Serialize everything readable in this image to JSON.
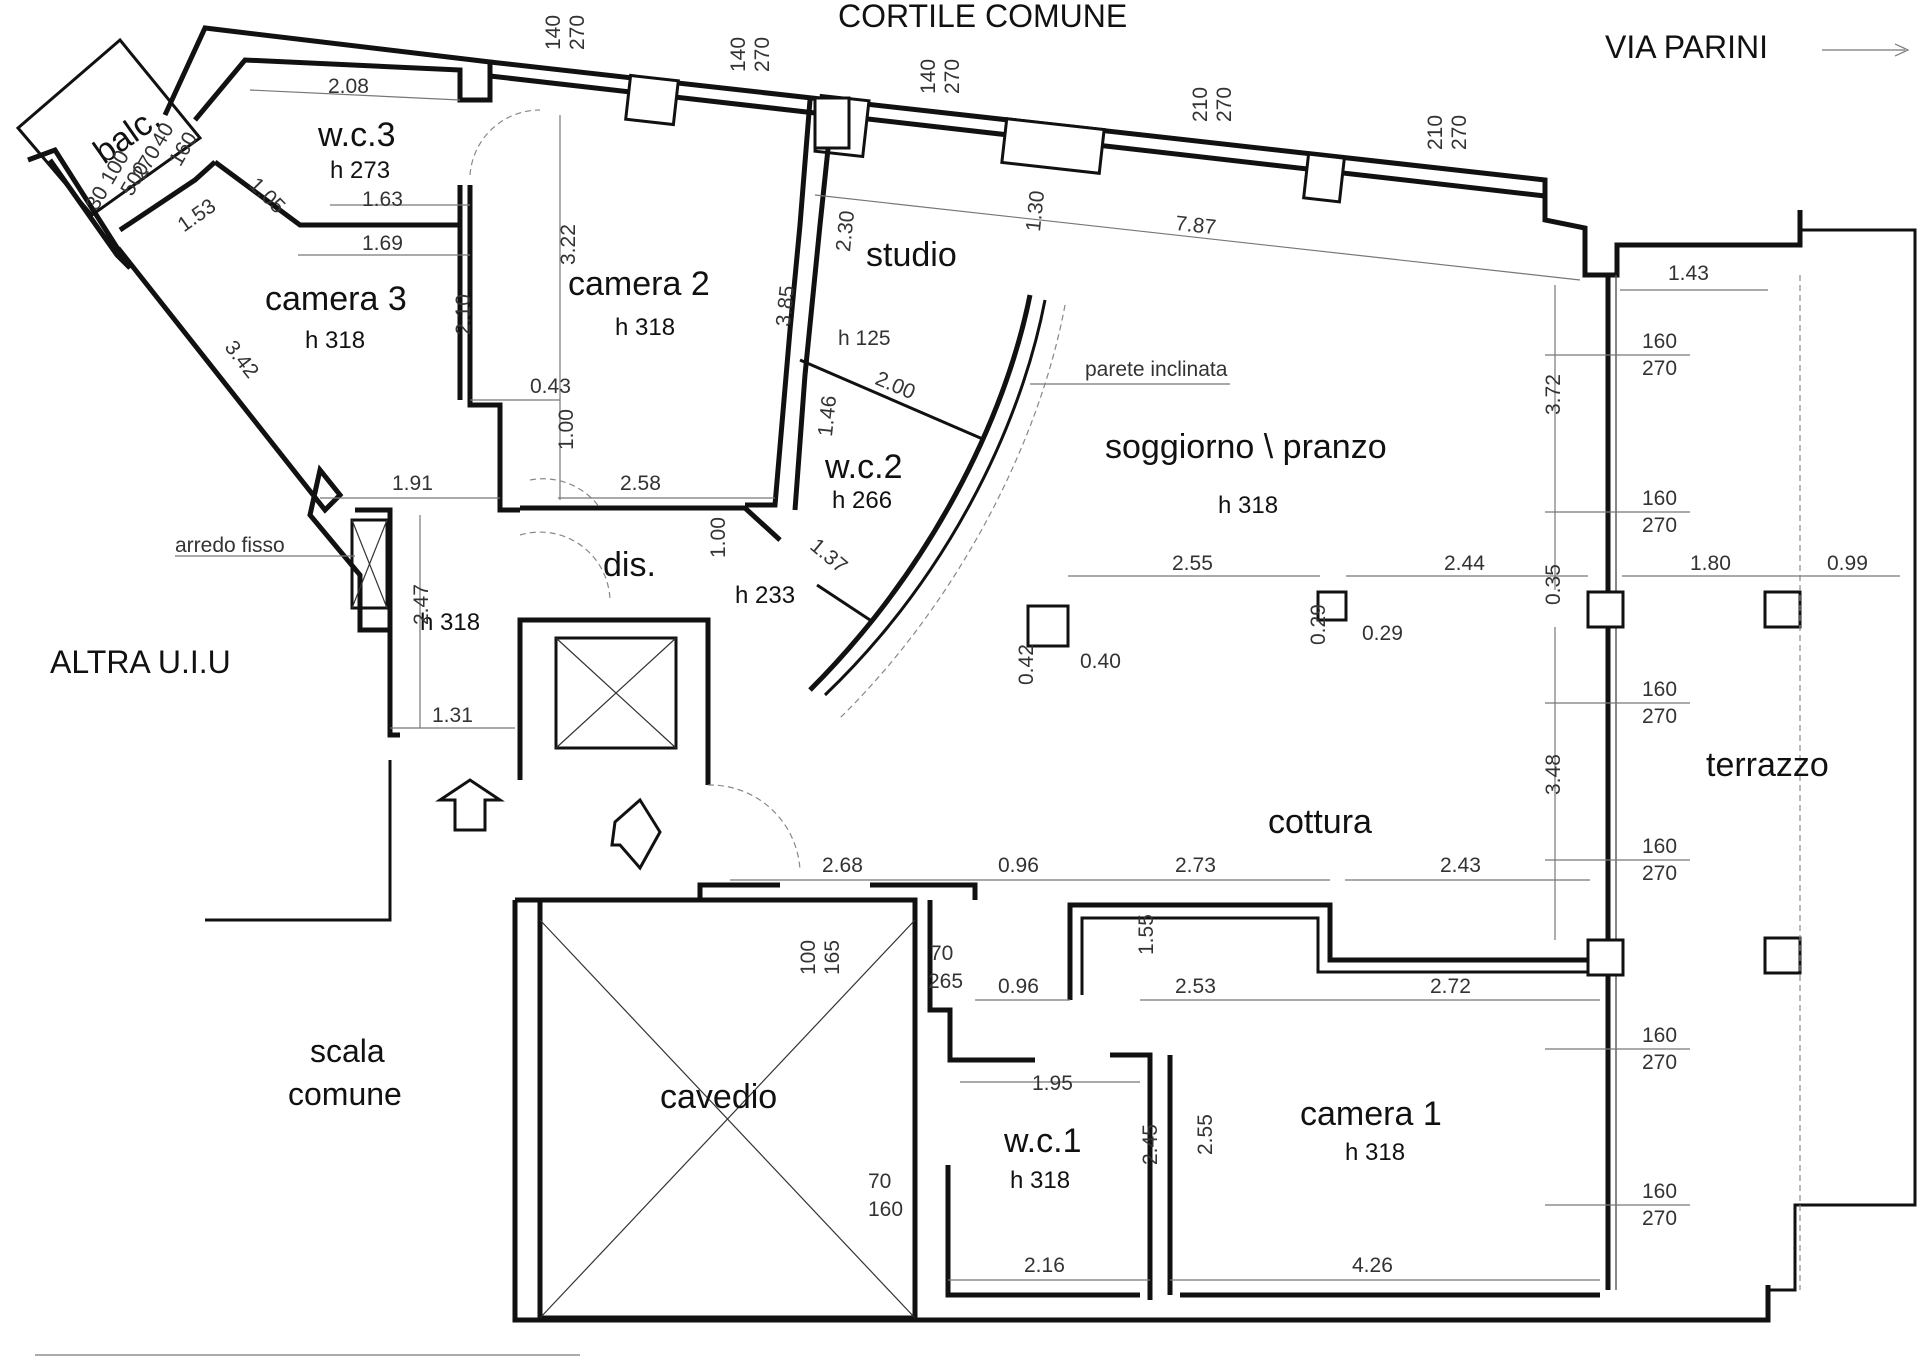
{
  "streets": {
    "courtyard": "CORTILE COMUNE",
    "street": "VIA PARINI",
    "other_unit": "ALTRA U.I.U"
  },
  "rooms": {
    "wc3": {
      "name": "w.c.3",
      "h": "h 273"
    },
    "balcony": {
      "name": "balc."
    },
    "camera3": {
      "name": "camera 3",
      "h": "h 318"
    },
    "camera2": {
      "name": "camera 2",
      "h": "h 318"
    },
    "studio": {
      "name": "studio"
    },
    "wc2": {
      "name": "w.c.2",
      "h": "h 266"
    },
    "soggiorno": {
      "name": "soggiorno \\ pranzo",
      "h": "h 318"
    },
    "dis": {
      "name": "dis.",
      "h": "h 233"
    },
    "ingresso": {
      "h": "h 318"
    },
    "cottura": {
      "name": "cottura"
    },
    "terrazzo": {
      "name": "terrazzo"
    },
    "cavedio": {
      "name": "cavedio"
    },
    "wc1": {
      "name": "w.c.1",
      "h": "h 318"
    },
    "camera1": {
      "name": "camera 1",
      "h": "h 318"
    },
    "scala": {
      "line1": "scala",
      "line2": "comune"
    }
  },
  "notes": {
    "arredo": "arredo fisso",
    "parete": "parete inclinata",
    "h125": "h 125"
  },
  "window_marks": {
    "w_140_270": {
      "a": "140",
      "b": "270"
    },
    "w_210_270": {
      "a": "210",
      "b": "270"
    },
    "w_160_270": {
      "a": "160",
      "b": "270"
    },
    "w_100_165": {
      "a": "100",
      "b": "165"
    },
    "w_70_265": {
      "a": "70",
      "b": "265"
    },
    "w_70_160": {
      "a": "70",
      "b": "160"
    },
    "balc_marks": {
      "m160": "160",
      "m40": "40",
      "m270": "270",
      "m100": "100",
      "m30": "30",
      "m500": "500"
    }
  },
  "dimensions": {
    "d208": "2.08",
    "d163": "1.63",
    "d169": "1.69",
    "d153": "1.53",
    "d105": "1.05",
    "d342": "3.42",
    "d210": "2.10",
    "d322": "3.22",
    "d385": "3.85",
    "d230": "2.30",
    "d130": "1.30",
    "d787": "7.87",
    "d143": "1.43",
    "d043": "0.43",
    "d100": "1.00",
    "d191": "1.91",
    "d258": "2.58",
    "d200": "2.00",
    "d146": "1.46",
    "d137": "1.37",
    "d372": "3.72",
    "d255": "2.55",
    "d244": "2.44",
    "d180": "1.80",
    "d099": "0.99",
    "d035": "0.35",
    "d029": "0.29",
    "d042": "0.42",
    "d040": "0.40",
    "d247": "2.47",
    "d131": "1.31",
    "d348": "3.48",
    "d268": "2.68",
    "d096": "0.96",
    "d273": "2.73",
    "d243": "2.43",
    "d155": "1.55",
    "d253": "2.53",
    "d272": "2.72",
    "d195": "1.95",
    "d245": "2.45",
    "d216": "2.16",
    "d426": "4.26"
  }
}
